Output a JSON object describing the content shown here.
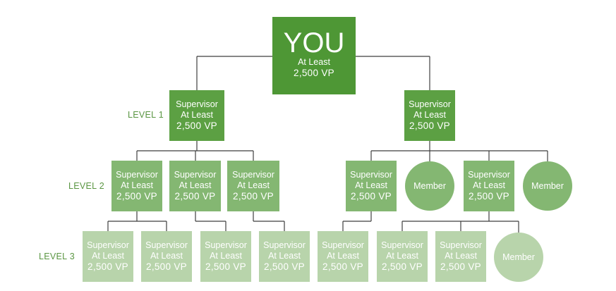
{
  "colors": {
    "you": "#4e9735",
    "level1": "#5ca043",
    "level2": "#84b772",
    "level3": "#b8d4ab",
    "line": "#3e3e3e",
    "label": "#5a9642"
  },
  "level_labels": [
    "LEVEL 1",
    "LEVEL 2",
    "LEVEL 3"
  ],
  "you": {
    "title": "YOU",
    "line2": "At Least",
    "line3": "2,500 VP"
  },
  "supervisor": {
    "line1": "Supervisor",
    "line2": "At Least",
    "line3": "2,500 VP"
  },
  "member": {
    "label": "Member"
  },
  "tree": {
    "level1": [
      "supervisor",
      "supervisor"
    ],
    "level2": [
      "supervisor",
      "supervisor",
      "supervisor",
      "supervisor",
      "member",
      "supervisor",
      "member"
    ],
    "level3": [
      "supervisor",
      "supervisor",
      "supervisor",
      "supervisor",
      "supervisor",
      "supervisor",
      "supervisor",
      "member"
    ]
  }
}
